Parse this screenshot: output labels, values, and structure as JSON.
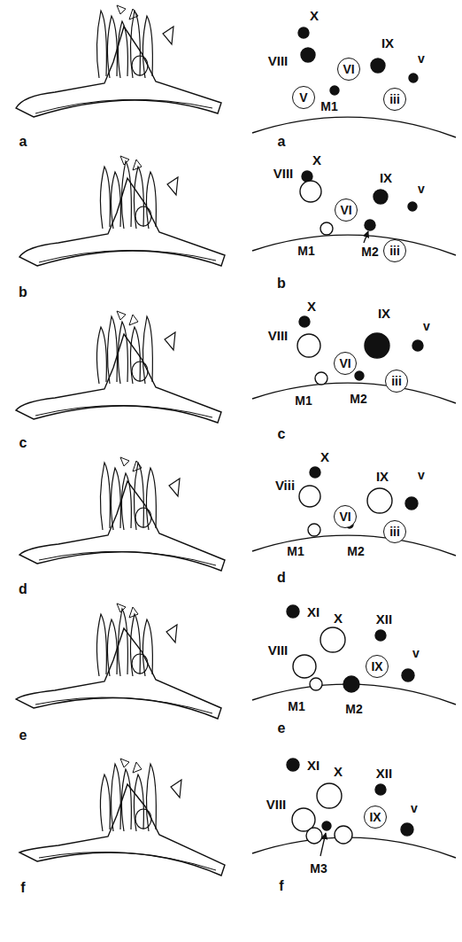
{
  "diagram": {
    "nodes": [
      {
        "text": [
          "VI"
        ]
      },
      {
        "text": [
          "V"
        ]
      },
      {
        "text": [
          "iii"
        ]
      },
      {
        "text": [
          "VI"
        ]
      },
      {
        "text": [
          "iii"
        ]
      },
      {
        "text": [
          "VI"
        ]
      },
      {
        "text": [
          "iii"
        ]
      },
      {
        "text": [
          "VI"
        ]
      },
      {
        "text": [
          "iii"
        ]
      },
      {
        "text": [
          "IX"
        ]
      },
      {
        "text": [
          "IX"
        ]
      }
    ],
    "labels": [
      "a",
      "b",
      "c",
      "d",
      "e",
      "f",
      "X",
      "VIII",
      "IX",
      "v",
      "M1",
      "a",
      "VIII",
      "X",
      "IX",
      "v",
      "M1",
      "M2",
      "b",
      "X",
      "VIII",
      "IX",
      "v",
      "M1",
      "M2",
      "c",
      "X",
      "Viii",
      "IX",
      "v",
      "M1",
      "M2",
      "d",
      "XI",
      "X",
      "XII",
      "VIII",
      "v",
      "M1",
      "M2",
      "e",
      "XI",
      "X",
      "XII",
      "VIII",
      "v",
      "M3",
      "f"
    ]
  }
}
